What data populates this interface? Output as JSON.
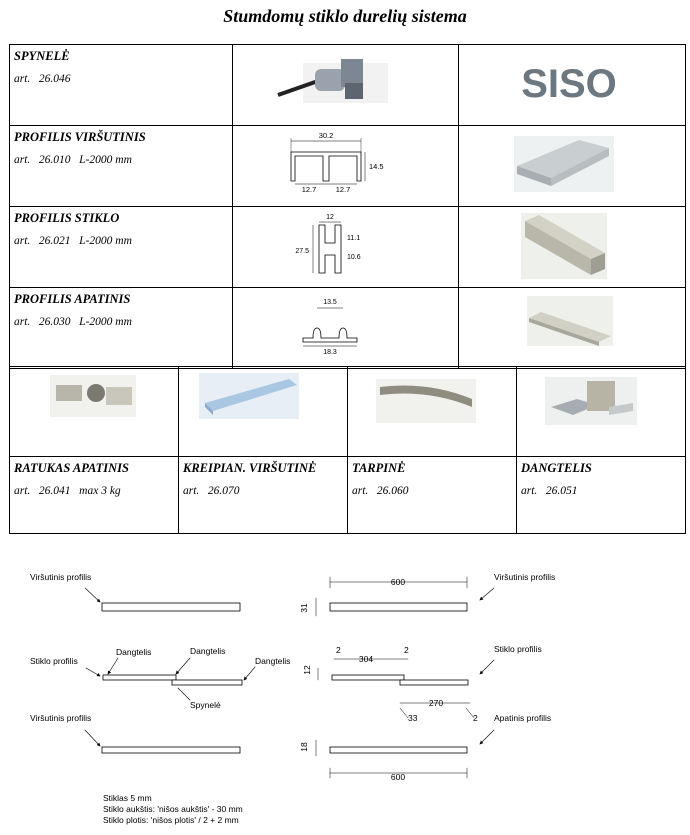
{
  "title": "Stumdomų stiklo durelių sistema",
  "logo_text": "SISO",
  "products_top": [
    {
      "name": "SPYNELĖ",
      "art": "art.   26.046"
    },
    {
      "name": "PROFILIS VIRŠUTINIS",
      "art": "art.   26.010   L-2000 mm"
    },
    {
      "name": "PROFILIS STIKLO",
      "art": "art.   26.021   L-2000 mm"
    },
    {
      "name": "PROFILIS APATINIS",
      "art": "art.   26.030   L-2000 mm"
    }
  ],
  "dims_top": {
    "w": "30.2",
    "h": "14.5",
    "a": "12.7",
    "b": "12.7"
  },
  "dims_glass": {
    "w": "12",
    "h": "27.5",
    "a": "11.1",
    "b": "10.6"
  },
  "dims_bottom": {
    "a": "13.5",
    "b": "18.3"
  },
  "products_bottom": [
    {
      "name": "RATUKAS APATINIS",
      "art": "art.   26.041   max 3 kg"
    },
    {
      "name": "KREIPIAN. VIRŠUTINĖ",
      "art": "art.   26.070"
    },
    {
      "name": "TARPINĖ",
      "art": "art.   26.060"
    },
    {
      "name": "DANGTELIS",
      "art": "art.   26.051"
    }
  ],
  "diagram": {
    "virsutinis_profilis": "Viršutinis profilis",
    "stiklo_profilis": "Stiklo profilis",
    "apatinis_profilis": "Apatinis profilis",
    "dangtelis": "Dangtelis",
    "spynele": "Spynelė",
    "d600": "600",
    "d31": "31",
    "d12": "12",
    "d18": "18",
    "d304": "304",
    "d2": "2",
    "d270": "270",
    "d33": "33"
  },
  "notes": [
    "Stiklas 5 mm",
    "Stiklo aukštis: 'nišos aukštis' - 30 mm",
    "Stiklo plotis: 'nišos plotis' / 2 + 2 mm"
  ]
}
